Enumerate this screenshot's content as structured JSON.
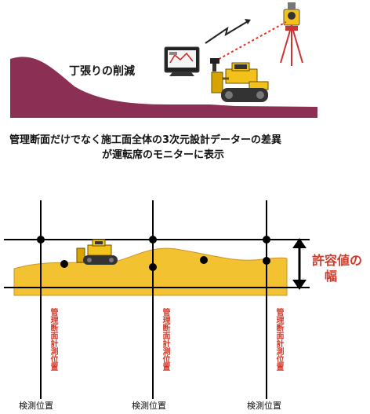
{
  "top_section": {
    "label_stake_reduction": "丁張りの削減",
    "caption_line1": "管理断面だけでなく施工面全体の3次元設計データーの差異",
    "caption_line2": "が運転席のモニターに表示"
  },
  "bottom_section": {
    "tolerance_label_line1": "許容値の",
    "tolerance_label_line2": "幅",
    "vertical_labels": [
      "管理断面計測位置",
      "管理断面計測位置",
      "管理断面計測位置"
    ],
    "bottom_labels": [
      "検測位置",
      "検測位置",
      "検測位置"
    ]
  },
  "colors": {
    "terrain": "#8b2f55",
    "fill": "#f2c230",
    "accent_red": "#d23a2a",
    "signal_red": "#e0341c",
    "bulldozer": "#f2c21a"
  }
}
